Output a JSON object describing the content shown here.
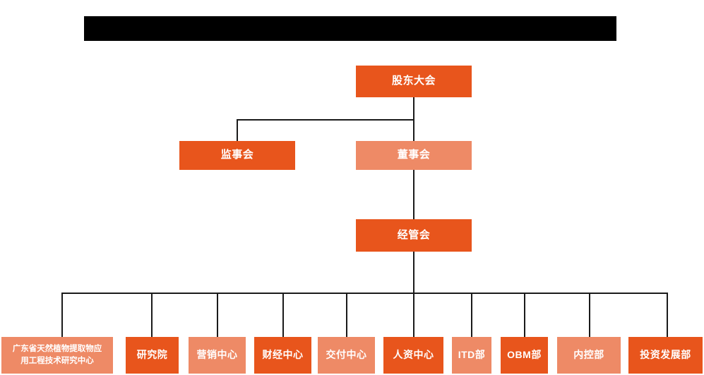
{
  "chart_title_redacted": "",
  "palette": {
    "dark_orange": "#E8551C",
    "light_coral": "#EE8A66",
    "line": "#1a1a1a",
    "redaction": "#000000",
    "text": "#ffffff",
    "background": "#ffffff"
  },
  "org": {
    "level1": {
      "label": "股东大会",
      "tone": "dark"
    },
    "level2": [
      {
        "label": "监事会",
        "tone": "dark"
      },
      {
        "label": "董事会",
        "tone": "light"
      }
    ],
    "level3": {
      "label": "经管会",
      "tone": "dark"
    },
    "departments": [
      {
        "label": "广东省天然植物提取物应\n用工程技术研究中心",
        "line1": "广东省天然植物提取物应",
        "line2": "用工程技术研究中心",
        "tone": "light",
        "two_line": true
      },
      {
        "label": "研究院",
        "tone": "dark",
        "two_line": false
      },
      {
        "label": "营销中心",
        "tone": "light",
        "two_line": false
      },
      {
        "label": "财经中心",
        "tone": "dark",
        "two_line": false
      },
      {
        "label": "交付中心",
        "tone": "light",
        "two_line": false
      },
      {
        "label": "人资中心",
        "tone": "dark",
        "two_line": false
      },
      {
        "label": "ITD部",
        "tone": "light",
        "two_line": false
      },
      {
        "label": "OBM部",
        "tone": "dark",
        "two_line": false
      },
      {
        "label": "内控部",
        "tone": "light",
        "two_line": false
      },
      {
        "label": "投资发展部",
        "tone": "dark",
        "two_line": false
      }
    ]
  }
}
